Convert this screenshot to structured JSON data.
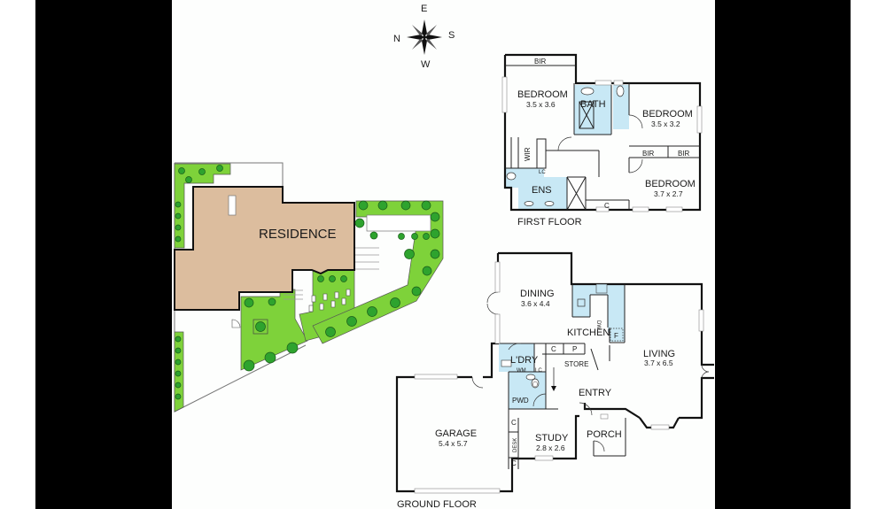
{
  "compass": {
    "top": "E",
    "left": "N",
    "right": "S",
    "bottom": "W"
  },
  "colors": {
    "background": "#fdfefd",
    "frame": "#000000",
    "residence_fill": "#dcbd9e",
    "garden_fill": "#7ed23a",
    "tree_fill": "#2ea32e",
    "wet_area_fill": "#c8e8f5",
    "wall": "#111111"
  },
  "site_plan": {
    "residence_label": "RESIDENCE"
  },
  "first_floor": {
    "title": "FIRST FLOOR",
    "rooms": [
      {
        "name": "BEDROOM",
        "dims": "3.5 x 3.6"
      },
      {
        "name": "BATH",
        "dims": ""
      },
      {
        "name": "BEDROOM",
        "dims": "3.5 x 3.2"
      },
      {
        "name": "BEDROOM",
        "dims": "3.7 x 2.7"
      },
      {
        "name": "ENS",
        "dims": ""
      },
      {
        "name": "WIR",
        "dims": ""
      }
    ],
    "fixtures": {
      "bir_top": "BIR",
      "bir_a": "BIR",
      "bir_b": "BIR",
      "lc": "LC",
      "c": "C"
    }
  },
  "ground_floor": {
    "title": "GROUND FLOOR",
    "rooms": [
      {
        "name": "DINING",
        "dims": "3.6 x 4.4"
      },
      {
        "name": "KITCHEN",
        "dims": ""
      },
      {
        "name": "LIVING",
        "dims": "3.7 x 6.5"
      },
      {
        "name": "L'DRY",
        "dims": ""
      },
      {
        "name": "STORE",
        "dims": ""
      },
      {
        "name": "ENTRY",
        "dims": ""
      },
      {
        "name": "PWD",
        "dims": ""
      },
      {
        "name": "GARAGE",
        "dims": "5.4 x 5.7"
      },
      {
        "name": "STUDY",
        "dims": "2.8 x 2.6"
      },
      {
        "name": "PORCH",
        "dims": ""
      }
    ],
    "fixtures": {
      "dw": "DW",
      "f": "F",
      "c1": "C",
      "p": "P",
      "wm": "WM",
      "lc": "LC",
      "desk": "DESK",
      "c2": "C",
      "c3": "C"
    }
  }
}
